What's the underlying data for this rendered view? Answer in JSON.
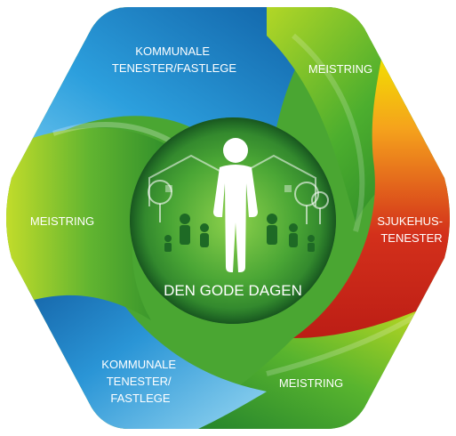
{
  "center": {
    "title": "DEN GODE DAGEN",
    "icon": "family-person-icon"
  },
  "segments": [
    {
      "id": "top-left",
      "lines": [
        "KOMMUNALE",
        "TENESTER/FASTLEGE"
      ],
      "color": "#1e88c8"
    },
    {
      "id": "top-right",
      "lines": [
        "MEISTRING"
      ],
      "color": "#3aa12a"
    },
    {
      "id": "right",
      "lines": [
        "SJUKEHUS-",
        "TENESTER"
      ],
      "color": "#d42a1c"
    },
    {
      "id": "bottom-right",
      "lines": [
        "MEISTRING"
      ],
      "color": "#4caf2a"
    },
    {
      "id": "bottom-left",
      "lines": [
        "KOMMUNALE",
        "TENESTER/",
        "FASTLEGE"
      ],
      "color": "#1e88c8"
    },
    {
      "id": "left",
      "lines": [
        "MEISTRING"
      ],
      "color": "#5cb030"
    }
  ],
  "colors": {
    "blue": "#1e7fc4",
    "light_blue": "#5fc3ee",
    "green": "#3ea22c",
    "yellow_green": "#b6d826",
    "yellow": "#f2e200",
    "orange": "#f08a1c",
    "red": "#c8221a"
  }
}
